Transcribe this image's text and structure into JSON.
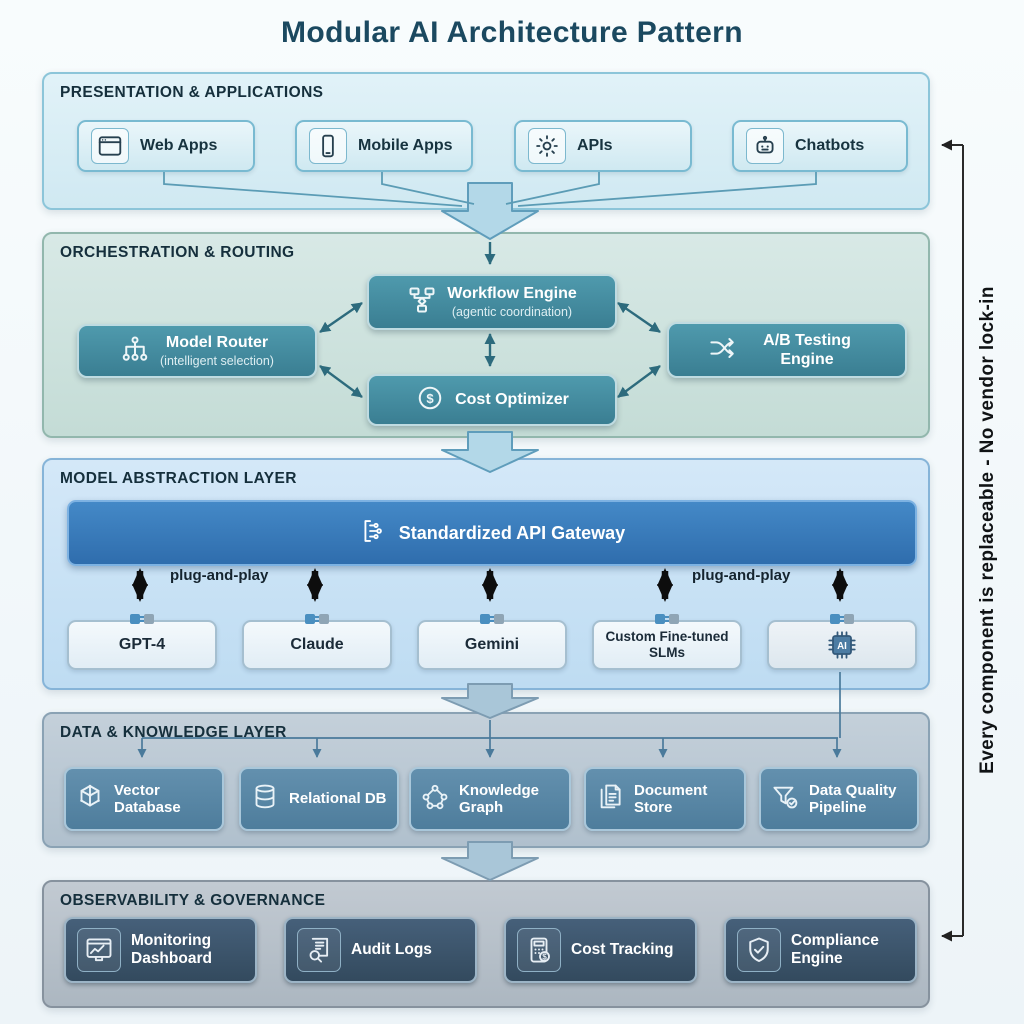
{
  "title": "Modular AI Architecture Pattern",
  "side_note": "Every component is replaceable - No vendor lock-in",
  "colors": {
    "title": "#1b4960",
    "gateway_blue": "#3a7fc0",
    "orchestration_teal": "#44889c",
    "data_steel_blue": "#5d8cab",
    "governance_slate": "#3d5468",
    "flow_arrow_blue": "#b3d8e8",
    "plug_arrow_black": "#0d0d0d"
  },
  "layers": {
    "presentation": {
      "header": "PRESENTATION & APPLICATIONS",
      "items": [
        {
          "label": "Web Apps",
          "icon": "browser-icon"
        },
        {
          "label": "Mobile Apps",
          "icon": "mobile-icon"
        },
        {
          "label": "APIs",
          "icon": "gear-icon"
        },
        {
          "label": "Chatbots",
          "icon": "chatbot-icon"
        }
      ]
    },
    "orchestration": {
      "header": "ORCHESTRATION & ROUTING",
      "workflow": {
        "label": "Workflow Engine",
        "sublabel": "(agentic coordination)",
        "icon": "workflow-icon"
      },
      "router": {
        "label": "Model Router",
        "sublabel": "(intelligent selection)",
        "icon": "model-router-icon"
      },
      "ab_testing": {
        "label": "A/B Testing Engine",
        "icon": "split-arrows-icon"
      },
      "cost_optimizer": {
        "label": "Cost Optimizer",
        "icon": "dollar-circle-icon"
      }
    },
    "abstraction": {
      "header": "MODEL ABSTRACTION LAYER",
      "gateway": {
        "label": "Standardized API Gateway",
        "icon": "api-gateway-icon"
      },
      "plug_and_play_label": "plug-and-play",
      "models": [
        {
          "label": "GPT-4"
        },
        {
          "label": "Claude"
        },
        {
          "label": "Gemini"
        },
        {
          "label": "Custom Fine-tuned SLMs"
        },
        {
          "label": "AI",
          "icon": "ai-chip-icon"
        }
      ]
    },
    "data_knowledge": {
      "header": "DATA & KNOWLEDGE LAYER",
      "items": [
        {
          "label": "Vector Database",
          "icon": "vector-database-icon"
        },
        {
          "label": "Relational DB",
          "icon": "relational-db-icon"
        },
        {
          "label": "Knowledge Graph",
          "icon": "knowledge-graph-icon"
        },
        {
          "label": "Document Store",
          "icon": "document-store-icon"
        },
        {
          "label": "Data Quality Pipeline",
          "icon": "data-quality-funnel-icon"
        }
      ]
    },
    "observability": {
      "header": "OBSERVABILITY & GOVERNANCE",
      "items": [
        {
          "label": "Monitoring Dashboard",
          "icon": "monitoring-dashboard-icon"
        },
        {
          "label": "Audit Logs",
          "icon": "audit-logs-icon"
        },
        {
          "label": "Cost Tracking",
          "icon": "cost-tracking-icon"
        },
        {
          "label": "Compliance Engine",
          "icon": "compliance-shield-icon"
        }
      ]
    }
  }
}
